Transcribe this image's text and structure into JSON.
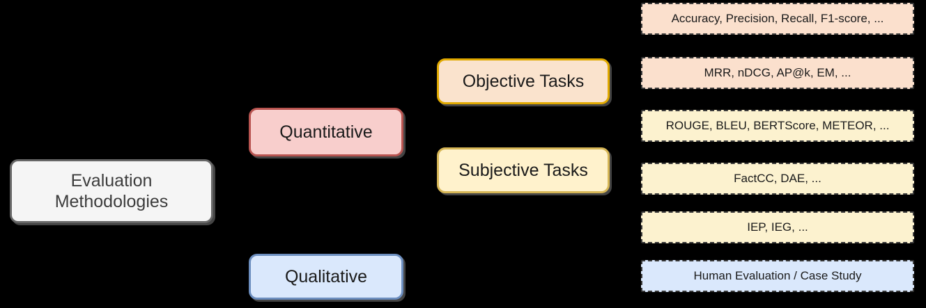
{
  "diagram": {
    "title": "Evaluation Methodologies",
    "background_color": "#000000",
    "root": {
      "label": "Evaluation\nMethodologies",
      "line1": "Evaluation",
      "line2": "Methodologies",
      "fill": "#f5f5f5",
      "border": "#666666"
    },
    "branches": [
      {
        "id": "quantitative",
        "label": "Quantitative",
        "fill": "#f8cecc",
        "border": "#b85450"
      },
      {
        "id": "qualitative",
        "label": "Qualitative",
        "fill": "#dae8fc",
        "border": "#6c8ebf"
      }
    ],
    "task_types": [
      {
        "id": "objective-tasks",
        "label": "Objective Tasks",
        "fill": "#fae3cd",
        "border": "#e0a900"
      },
      {
        "id": "subjective-tasks",
        "label": "Subjective Tasks",
        "fill": "#fff2cc",
        "border": "#d6b656"
      }
    ],
    "metrics": [
      {
        "id": "metric-classification",
        "label": "Accuracy, Precision, Recall, F1-score, ...",
        "fill": "#fbe0cd",
        "border": "#3a3a3a"
      },
      {
        "id": "metric-ranking",
        "label": "MRR, nDCG, AP@k, EM, ...",
        "fill": "#fbe0cd",
        "border": "#3a3a3a"
      },
      {
        "id": "metric-generation",
        "label": "ROUGE, BLEU, BERTScore, METEOR, ...",
        "fill": "#fcf2cf",
        "border": "#3a3a3a"
      },
      {
        "id": "metric-factuality",
        "label": "FactCC, DAE, ...",
        "fill": "#fcf2cf",
        "border": "#3a3a3a"
      },
      {
        "id": "metric-iep-ieg",
        "label": "IEP, IEG, ...",
        "fill": "#fcf2cf",
        "border": "#3a3a3a"
      },
      {
        "id": "metric-human",
        "label": "Human Evaluation / Case Study",
        "fill": "#dae8fc",
        "border": "#3a3a3a"
      }
    ]
  }
}
